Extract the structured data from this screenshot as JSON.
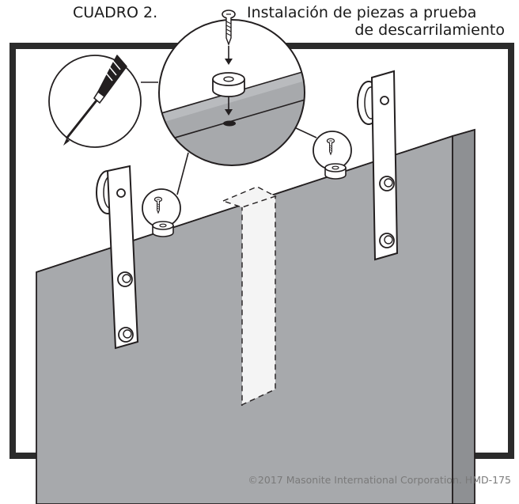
{
  "header": {
    "label": "CUADRO 2.",
    "title_line1": "Instalación de piezas a prueba",
    "title_line2": "de descarrilamiento"
  },
  "footer": {
    "copyright": "©2017 Masonite International Corporation. HMD-175"
  },
  "icons": [
    "screw-icon",
    "screwdriver-icon",
    "stopper-icon",
    "arrow-down-icon",
    "roller-wheel-icon"
  ],
  "colors": {
    "frame": "#2b2b2b",
    "door_face": "#a7a9ac",
    "door_edge": "#8e9093",
    "hardware": "#ffffff",
    "outline": "#231f20"
  }
}
